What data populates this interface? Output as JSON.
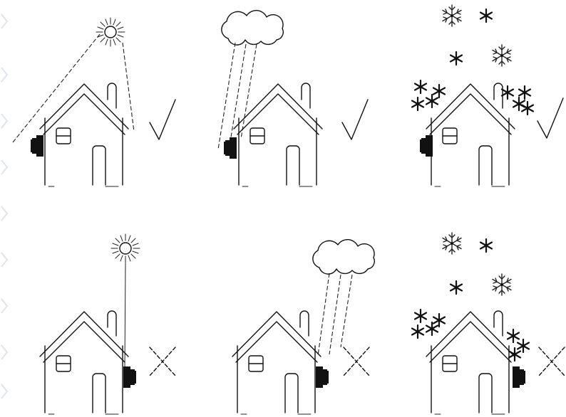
{
  "panels": [
    {
      "id": "sun-ok",
      "weather": "sun",
      "result": "check"
    },
    {
      "id": "rain-ok",
      "weather": "rain",
      "result": "check"
    },
    {
      "id": "snow-ok",
      "weather": "snow",
      "result": "check"
    },
    {
      "id": "sun-bad",
      "weather": "sun",
      "result": "cross"
    },
    {
      "id": "rain-bad",
      "weather": "rain",
      "result": "cross"
    },
    {
      "id": "snow-bad",
      "weather": "snow",
      "result": "cross"
    }
  ],
  "colors": {
    "ink": "#111111",
    "watermark": "#dfe3f0",
    "background": "#ffffff"
  }
}
